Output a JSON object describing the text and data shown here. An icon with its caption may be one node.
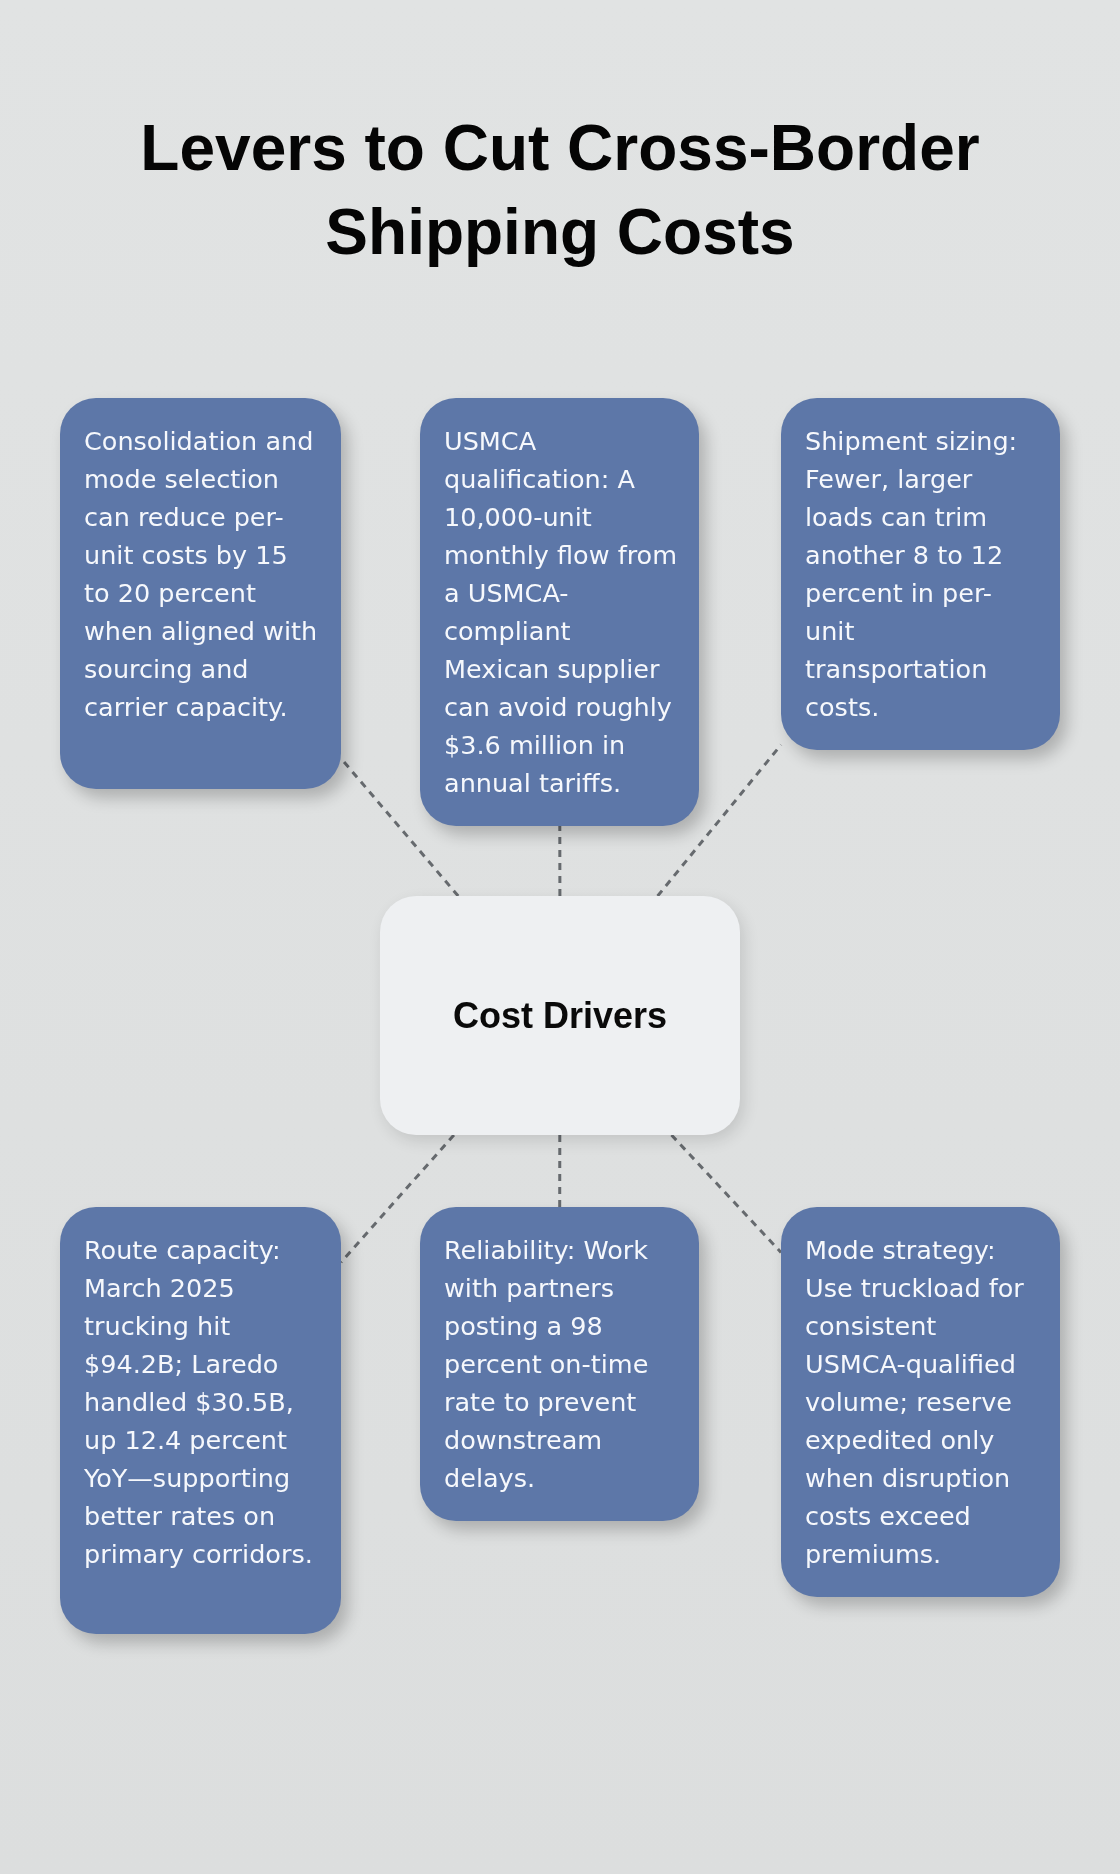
{
  "diagram": {
    "title": "Levers to Cut Cross-Border Shipping Costs",
    "nodes": [
      {
        "text": [
          "Consolidation and mode selection can reduce per-unit costs by 15 to 20 percent when aligned with sourcing and carrier capacity."
        ]
      },
      {
        "text": [
          "USMCA qualification: A 10,000-unit monthly flow from a USMCA-compliant Mexican supplier can avoid roughly $3.6 million in annual tariffs."
        ]
      },
      {
        "text": [
          "Shipment sizing: Fewer, larger loads can trim another 8 to 12 percent in per-unit transportation costs."
        ]
      },
      {
        "text": [
          "Cost Drivers"
        ]
      },
      {
        "text": [
          "Route capacity: March 2025 trucking hit $94.2B; Laredo handled $30.5B, up 12.4 percent YoY—supporting better rates on primary corridors."
        ]
      },
      {
        "text": [
          "Reliability: Work with partners posting a 98 percent on-time rate to prevent downstream delays."
        ]
      },
      {
        "text": [
          "Mode strategy: Use truckload for consistent USMCA-qualified volume; reserve expedited only when disruption costs exceed premiums."
        ]
      }
    ],
    "edges": [
      {
        "from": 3,
        "to": 0,
        "arrow": "none",
        "style": "dashed"
      },
      {
        "from": 3,
        "to": 1,
        "arrow": "none",
        "style": "dashed"
      },
      {
        "from": 3,
        "to": 2,
        "arrow": "none",
        "style": "dashed"
      },
      {
        "from": 3,
        "to": 4,
        "arrow": "none",
        "style": "dashed"
      },
      {
        "from": 3,
        "to": 5,
        "arrow": "none",
        "style": "dashed"
      },
      {
        "from": 3,
        "to": 6,
        "arrow": "none",
        "style": "dashed"
      }
    ]
  }
}
